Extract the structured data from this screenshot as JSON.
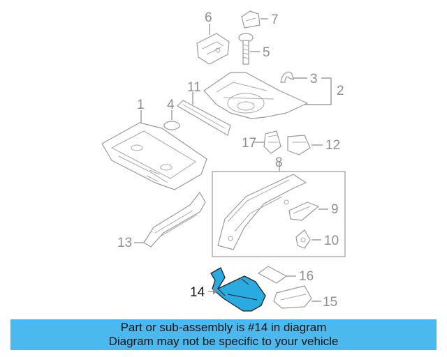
{
  "callouts": [
    "1",
    "2",
    "3",
    "4",
    "5",
    "6",
    "7",
    "8",
    "9",
    "10",
    "11",
    "12",
    "13",
    "14",
    "15",
    "16",
    "17"
  ],
  "highlighted_part": "14",
  "colors": {
    "highlight": "#29abe2",
    "banner": "#4cb9ee",
    "line": "#9a9a9a"
  },
  "banner": {
    "line1": "Part or sub-assembly is #14 in diagram",
    "line2": "Diagram may not be specific to your vehicle"
  }
}
